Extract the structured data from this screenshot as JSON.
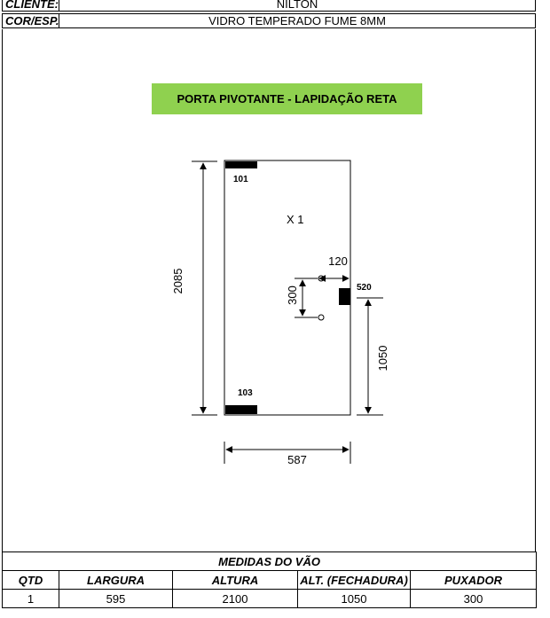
{
  "header": {
    "client_label": "CLIENTE:",
    "client_value": "NILTON",
    "color_label": "COR/ESP.",
    "color_value": "VIDRO TEMPERADO FUME 8MM"
  },
  "banner": {
    "title": "PORTA PIVOTANTE - LAPIDAÇÃO RETA"
  },
  "drawing": {
    "quantity_mark": "X  1",
    "hinge_top_label": "101",
    "hinge_bottom_label": "103",
    "lock_label": "520",
    "dim_height": "2085",
    "dim_width": "587",
    "dim_handle_offset": "120",
    "dim_handle_spacing": "300",
    "dim_lock_height": "1050"
  },
  "measures": {
    "caption": "MEDIDAS DO VÃO",
    "columns": [
      "QTD",
      "LARGURA",
      "ALTURA",
      "ALT. (FECHADURA)",
      "PUXADOR"
    ],
    "rows": [
      [
        "1",
        "595",
        "2100",
        "1050",
        "300"
      ]
    ]
  }
}
